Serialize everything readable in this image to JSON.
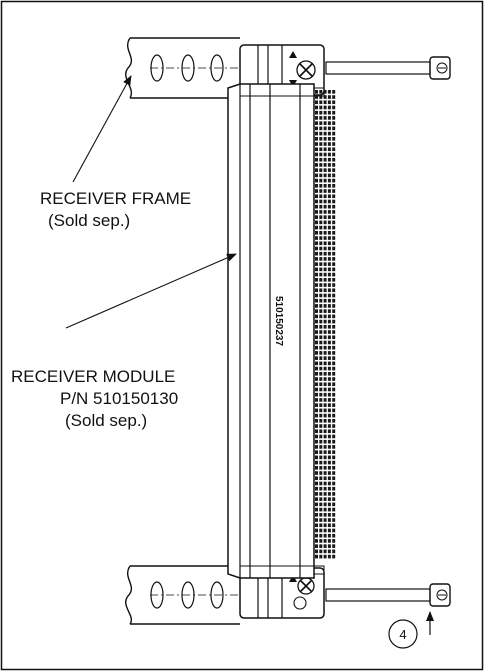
{
  "labels": {
    "frame_line1": "RECEIVER FRAME",
    "frame_line2": "(Sold sep.)",
    "module_line1": "RECEIVER MODULE",
    "module_line2": "P/N 510150130",
    "module_line3": "(Sold sep.)",
    "part_number_on_module": "510150237",
    "callout_number": "4"
  },
  "colors": {
    "ink": "#111111",
    "paper": "#ffffff",
    "contact": "#1a1a1a"
  }
}
